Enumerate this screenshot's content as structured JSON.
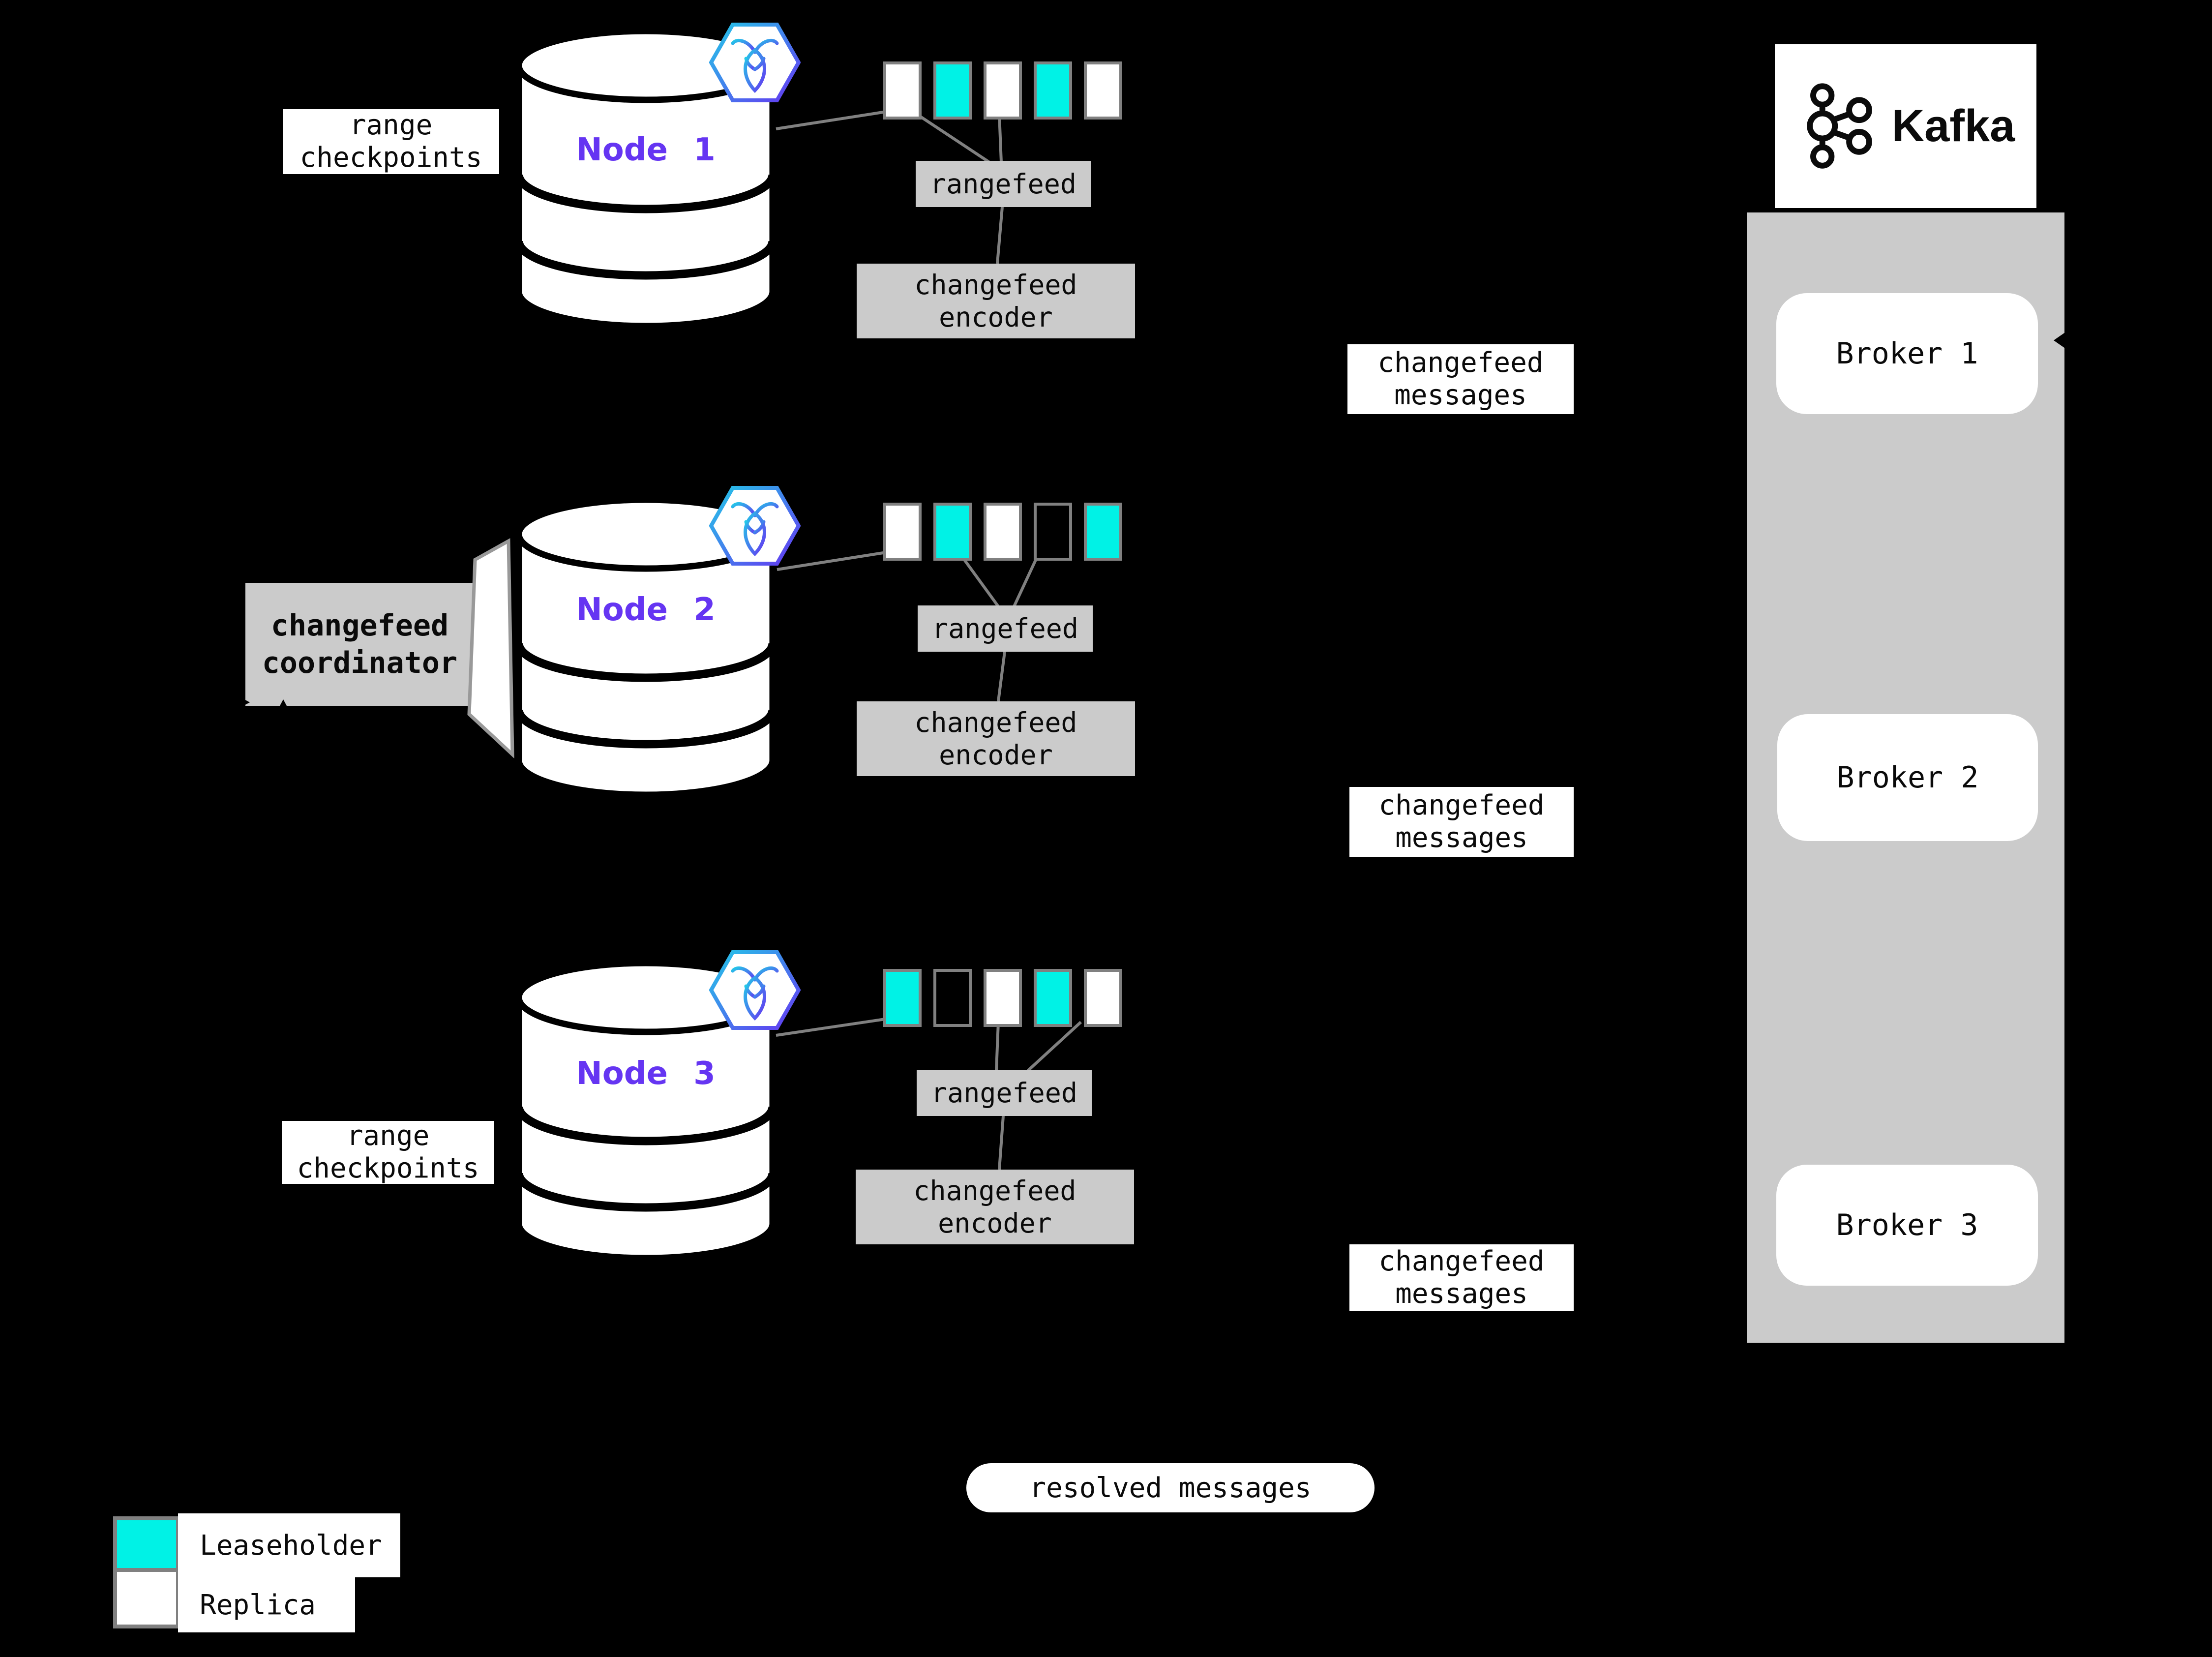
{
  "colors": {
    "background": "#000000",
    "leaseholder_cyan": "#00f2e6",
    "replica_white": "#ffffff",
    "panel_gray": "#cbcbcb",
    "line_gray": "#808080",
    "node_label_purple": "#6535f2",
    "badge_gradient_start": "#23c9e8",
    "badge_gradient_end": "#6535f2"
  },
  "labels": {
    "range_checkpoints_l1": "range",
    "range_checkpoints_l2": "checkpoints",
    "coordinator_l1": "changefeed",
    "coordinator_l2": "coordinator",
    "rangefeed": "rangefeed",
    "encoder_l1": "changefeed",
    "encoder_l2": "encoder",
    "messages_l1": "changefeed",
    "messages_l2": "messages",
    "resolved_messages": "resolved messages"
  },
  "nodes": [
    {
      "label": "Node 1",
      "ranges": [
        "replica",
        "leaseholder",
        "replica",
        "leaseholder",
        "replica"
      ]
    },
    {
      "label": "Node 2",
      "ranges": [
        "replica",
        "leaseholder",
        "replica",
        "none",
        "leaseholder"
      ]
    },
    {
      "label": "Node 3",
      "ranges": [
        "leaseholder",
        "none",
        "replica",
        "leaseholder",
        "replica"
      ]
    }
  ],
  "kafka": {
    "logo_text": "Kafka",
    "brokers": [
      {
        "label": "Broker 1"
      },
      {
        "label": "Broker 2"
      },
      {
        "label": "Broker 3"
      }
    ]
  },
  "legend": {
    "items": [
      {
        "label": "Leaseholder",
        "kind": "leaseholder"
      },
      {
        "label": "Replica",
        "kind": "replica"
      }
    ]
  }
}
